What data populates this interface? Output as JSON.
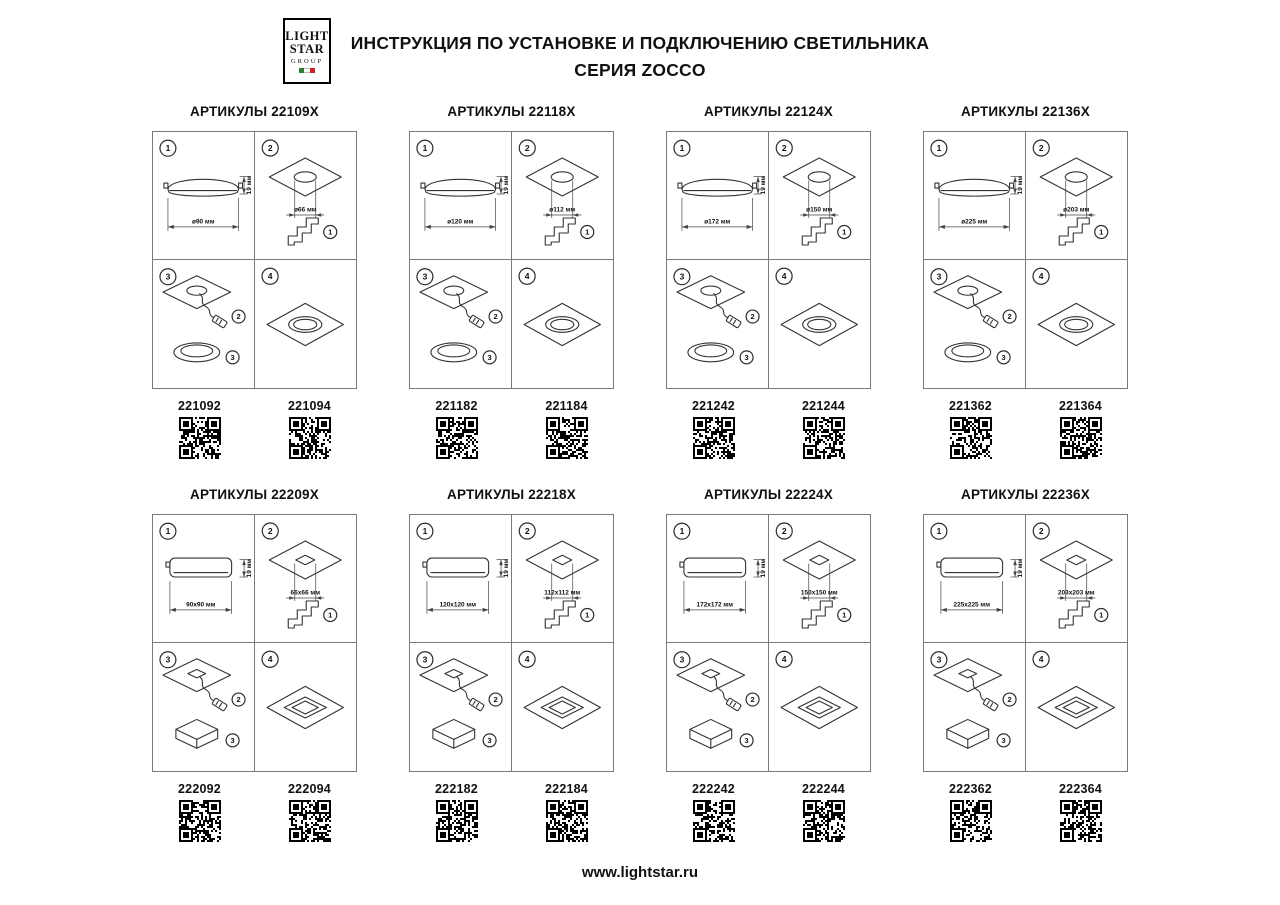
{
  "header": {
    "logo": {
      "lines": [
        "LIGHT",
        "STAR",
        "GROUP"
      ]
    },
    "title_line1": "ИНСТРУКЦИЯ ПО УСТАНОВКЕ И ПОДКЛЮЧЕНИЮ СВЕТИЛЬНИКА",
    "title_line2": "СЕРИЯ ZOCCO"
  },
  "step_labels": {
    "steps": [
      "1",
      "2",
      "3",
      "4"
    ],
    "tool_callout": "1",
    "wire_callout": "2",
    "fixture_callout": "3"
  },
  "rows": [
    {
      "panels": [
        {
          "heading": "АРТИКУЛЫ 22109X",
          "shape": "round",
          "dims": {
            "outer": "ø90 мм",
            "height": "19 мм",
            "hole": "ø66 мм"
          },
          "codes": [
            "221092",
            "221094"
          ]
        },
        {
          "heading": "АРТИКУЛЫ 22118X",
          "shape": "round",
          "dims": {
            "outer": "ø120 мм",
            "height": "19 мм",
            "hole": "ø112 мм"
          },
          "codes": [
            "221182",
            "221184"
          ]
        },
        {
          "heading": "АРТИКУЛЫ 22124X",
          "shape": "round",
          "dims": {
            "outer": "ø172 мм",
            "height": "19 мм",
            "hole": "ø150 мм"
          },
          "codes": [
            "221242",
            "221244"
          ]
        },
        {
          "heading": "АРТИКУЛЫ 22136X",
          "shape": "round",
          "dims": {
            "outer": "ø225 мм",
            "height": "19 мм",
            "hole": "ø203 мм"
          },
          "codes": [
            "221362",
            "221364"
          ]
        }
      ]
    },
    {
      "panels": [
        {
          "heading": "АРТИКУЛЫ 22209X",
          "shape": "square",
          "dims": {
            "outer": "90x90 мм",
            "height": "19 мм",
            "hole": "66x66 мм"
          },
          "codes": [
            "222092",
            "222094"
          ]
        },
        {
          "heading": "АРТИКУЛЫ 22218X",
          "shape": "square",
          "dims": {
            "outer": "120x120 мм",
            "height": "19 мм",
            "hole": "112x112 мм"
          },
          "codes": [
            "222182",
            "222184"
          ]
        },
        {
          "heading": "АРТИКУЛЫ 22224X",
          "shape": "square",
          "dims": {
            "outer": "172x172 мм",
            "height": "19 мм",
            "hole": "150x150 мм"
          },
          "codes": [
            "222242",
            "222244"
          ]
        },
        {
          "heading": "АРТИКУЛЫ 22236X",
          "shape": "square",
          "dims": {
            "outer": "225x225 мм",
            "height": "19 мм",
            "hole": "203x203 мм"
          },
          "codes": [
            "222362",
            "222364"
          ]
        }
      ]
    }
  ],
  "footer": {
    "url": "www.lightstar.ru"
  }
}
